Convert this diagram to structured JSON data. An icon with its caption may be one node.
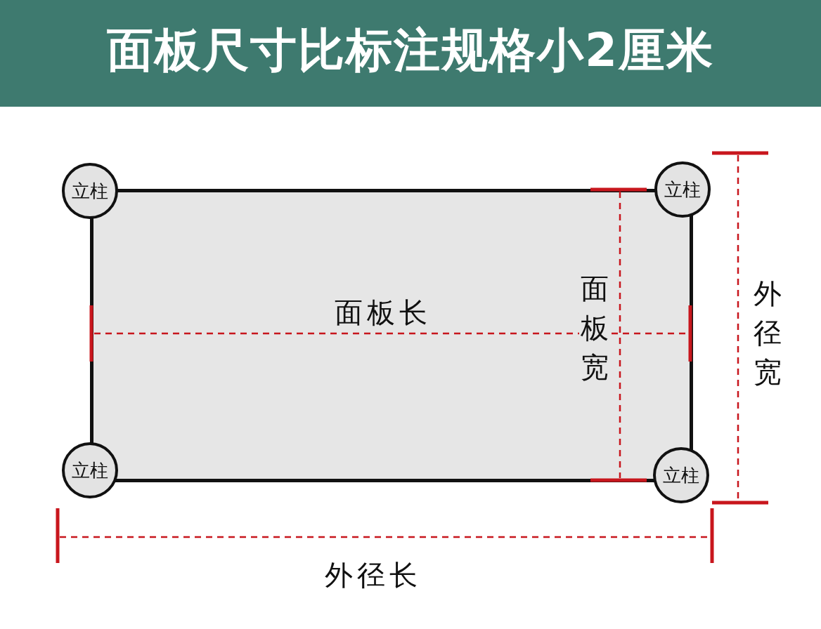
{
  "diagram": {
    "title": "面板尺寸比标注规格小2厘米",
    "nodes": [
      {
        "text": [],
        "shape": "box"
      },
      {
        "text": [
          "立柱"
        ]
      },
      {
        "text": [
          "立柱"
        ]
      },
      {
        "text": [
          "立柱"
        ]
      },
      {
        "text": [
          "立柱"
        ]
      }
    ],
    "edges": [],
    "labels": [
      "面板长",
      "面板宽",
      "外径宽",
      "外径长"
    ]
  }
}
